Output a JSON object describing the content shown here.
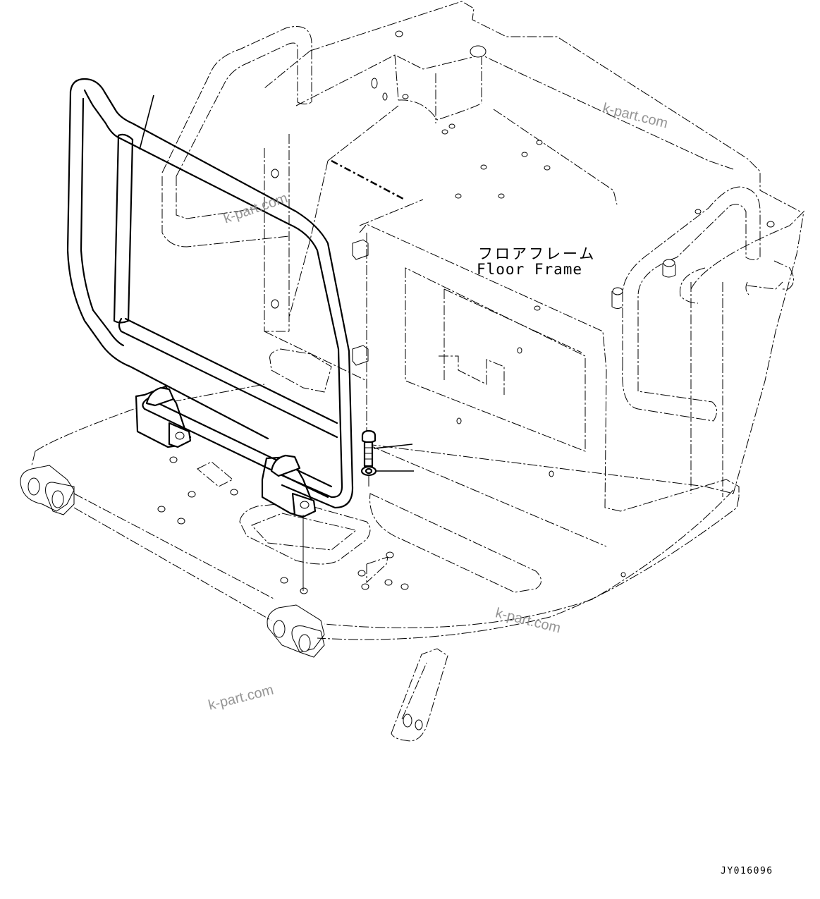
{
  "diagram": {
    "type": "parts-catalog-isometric-drawing",
    "subject": "Guardrail mounted on floor frame",
    "labels": {
      "floor_frame_jp": "フロアフレーム",
      "floor_frame_en": "Floor Frame"
    },
    "drawing_id": "JY016096",
    "watermarks": [
      "k-part.com",
      "k-part.com",
      "k-part.com",
      "k-part.com"
    ],
    "parts_shown": [
      {
        "name": "guardrail",
        "style": "solid"
      },
      {
        "name": "bolt",
        "style": "solid"
      },
      {
        "name": "washer",
        "style": "solid"
      },
      {
        "name": "mounting-brackets",
        "style": "solid",
        "count": 2
      },
      {
        "name": "floor-frame",
        "style": "phantom"
      },
      {
        "name": "rear-handrail",
        "style": "phantom"
      },
      {
        "name": "right-handrail",
        "style": "phantom"
      }
    ],
    "colors": {
      "line": "#000000",
      "background": "#ffffff",
      "watermark": "#8a8a8a"
    }
  }
}
